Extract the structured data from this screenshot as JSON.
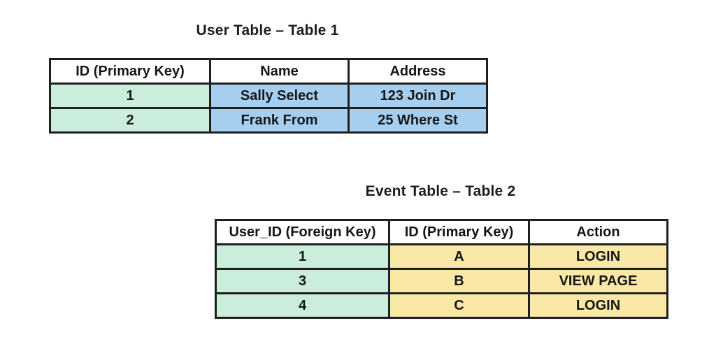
{
  "page": {
    "background": "#ffffff",
    "description": "Two database tables illustrating primary and foreign keys"
  },
  "colors": {
    "green": "#CBEDDB",
    "blue": "#A5CEEF",
    "yellow": "#FAE9A6",
    "border": "#1f1f1f",
    "header_bg": "#ffffff",
    "text": "#161616"
  },
  "tables": [
    {
      "title": "User Table – Table 1",
      "headers": [
        "ID (Primary Key)",
        "Name",
        "Address"
      ],
      "column_colors": [
        "green",
        "blue",
        "blue"
      ],
      "rows": [
        {
          "cells": [
            "1",
            "Sally Select",
            "123 Join Dr"
          ]
        },
        {
          "cells": [
            "2",
            "Frank From",
            "25 Where St"
          ]
        }
      ]
    },
    {
      "title": "Event Table – Table 2",
      "headers": [
        "User_ID (Foreign Key)",
        "ID (Primary Key)",
        "Action"
      ],
      "column_colors": [
        "green",
        "yellow",
        "yellow"
      ],
      "rows": [
        {
          "cells": [
            "1",
            "A",
            "LOGIN"
          ]
        },
        {
          "cells": [
            "3",
            "B",
            "VIEW PAGE"
          ]
        },
        {
          "cells": [
            "4",
            "C",
            "LOGIN"
          ]
        }
      ]
    }
  ]
}
